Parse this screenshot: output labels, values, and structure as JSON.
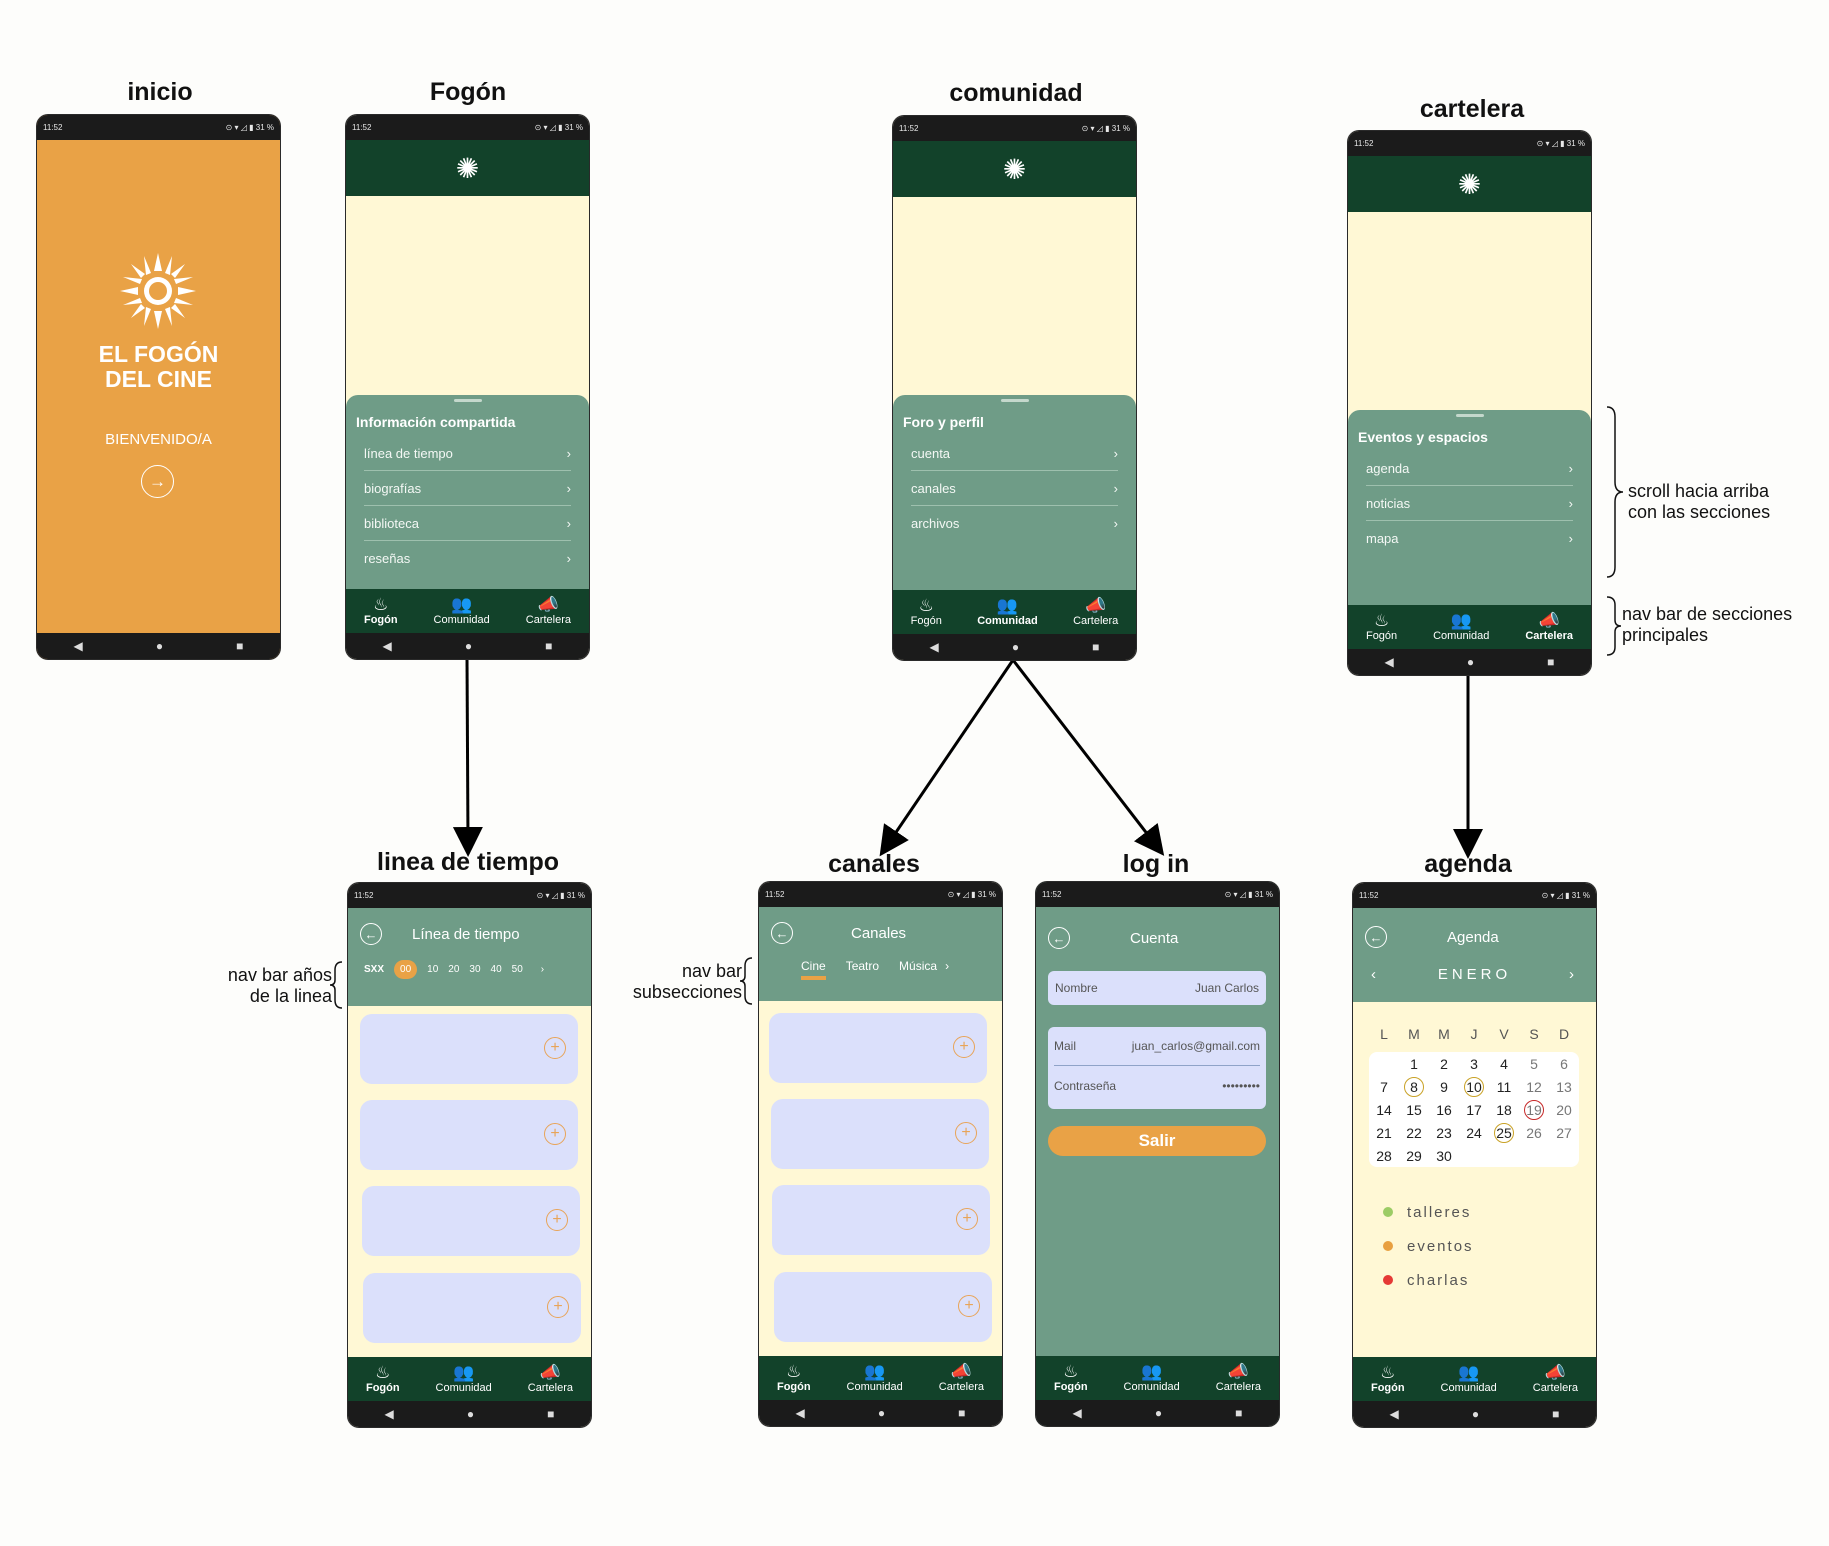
{
  "status": {
    "time": "11:52",
    "battery": "⊙ ▾ ◿ ▮ 31 %"
  },
  "labels": {
    "inicio": "inicio",
    "fogon": "Fogón",
    "comunidad": "comunidad",
    "cartelera": "cartelera",
    "linea": "linea de tiempo",
    "canales": "canales",
    "login": "log in",
    "agenda": "agenda"
  },
  "notes": {
    "scroll": [
      "scroll hacia arriba",
      "con las secciones"
    ],
    "navbar": [
      "nav bar de secciones",
      "principales"
    ],
    "anios": [
      "nav bar años",
      "de la linea"
    ],
    "subsecciones": [
      "nav bar",
      "subsecciones"
    ]
  },
  "nav": {
    "fogon": "Fogón",
    "comunidad": "Comunidad",
    "cartelera": "Cartelera"
  },
  "inicio": {
    "brand_line1": "EL FOGÓN",
    "brand_line2": "DEL CINE",
    "welcome": "BIENVENIDO/A"
  },
  "fogon": {
    "sheet_title": "Información compartida",
    "items": [
      "línea de tiempo",
      "biografías",
      "biblioteca",
      "reseñas"
    ]
  },
  "comunidad": {
    "sheet_title": "Foro y perfil",
    "items": [
      "cuenta",
      "canales",
      "archivos"
    ]
  },
  "cartelera": {
    "sheet_title": "Eventos y espacios",
    "items": [
      "agenda",
      "noticias",
      "mapa"
    ]
  },
  "linea": {
    "title": "Línea de tiempo",
    "years": [
      "SXX",
      "00",
      "10",
      "20",
      "30",
      "40",
      "50"
    ]
  },
  "canales": {
    "title": "Canales",
    "tabs": [
      "Cine",
      "Teatro",
      "Música"
    ]
  },
  "login": {
    "title": "Cuenta",
    "name_label": "Nombre",
    "name_value": "Juan Carlos",
    "mail_label": "Mail",
    "mail_value": "juan_carlos@gmail.com",
    "pass_label": "Contraseña",
    "pass_value": "•••••••••",
    "button": "Salir"
  },
  "agenda": {
    "title": "Agenda",
    "month": "ENERO",
    "weekdays": [
      "L",
      "M",
      "M",
      "J",
      "V",
      "S",
      "D"
    ],
    "weeks": [
      [
        "",
        "1",
        "2",
        "3",
        "4",
        "5",
        "6"
      ],
      [
        "7",
        "8",
        "9",
        "10",
        "11",
        "12",
        "13"
      ],
      [
        "14",
        "15",
        "16",
        "17",
        "18",
        "19",
        "20"
      ],
      [
        "21",
        "22",
        "23",
        "24",
        "25",
        "26",
        "27"
      ],
      [
        "28",
        "29",
        "30",
        "",
        "",
        "",
        ""
      ]
    ],
    "legend": [
      {
        "label": "talleres",
        "color": "#9ccc65"
      },
      {
        "label": "eventos",
        "color": "#e8a040"
      },
      {
        "label": "charlas",
        "color": "#e53935"
      }
    ]
  },
  "colors": {
    "orange": "#e9a246",
    "dark_green": "#12422a",
    "sage": "#6f9c87",
    "cream": "#fff8d5",
    "card": "#dbe0fb"
  }
}
